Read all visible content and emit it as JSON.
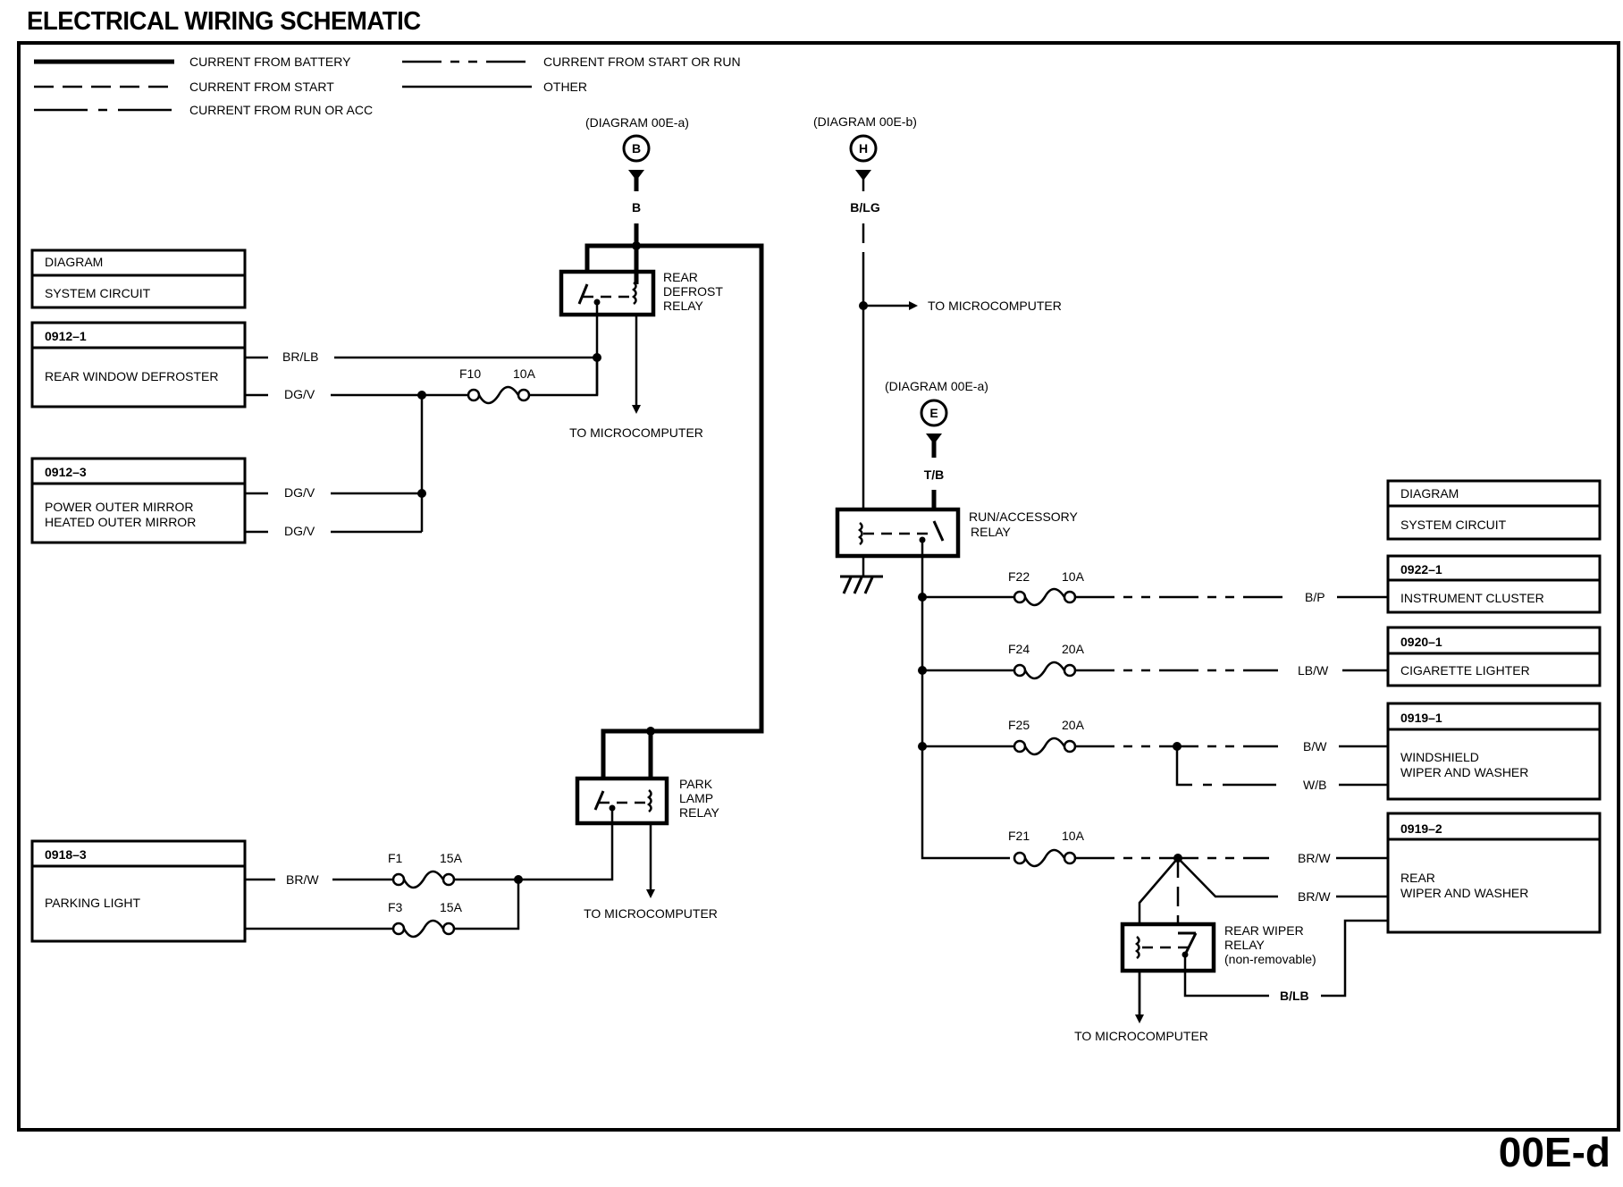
{
  "header": {
    "title": "ELECTRICAL WIRING SCHEMATIC",
    "page_code": "00E-d"
  },
  "legend": {
    "battery": "CURRENT FROM BATTERY",
    "start": "CURRENT FROM START",
    "run_acc": "CURRENT FROM RUN OR ACC",
    "start_run": "CURRENT FROM START OR RUN",
    "other": "OTHER"
  },
  "refs": {
    "b": {
      "diagram": "(DIAGRAM 00E-a)",
      "letter": "B",
      "wire": "B"
    },
    "h": {
      "diagram": "(DIAGRAM 00E-b)",
      "letter": "H",
      "wire": "B/LG"
    },
    "e": {
      "diagram": "(DIAGRAM 00E-a)",
      "letter": "E",
      "wire": "T/B"
    }
  },
  "to_micro": "TO MICROCOMPUTER",
  "relays": {
    "rear_defrost": [
      "REAR",
      "DEFROST",
      "RELAY"
    ],
    "park_lamp": [
      "PARK",
      "LAMP",
      "RELAY"
    ],
    "run_acc": [
      "RUN/ACCESSORY",
      "RELAY"
    ],
    "rear_wiper": [
      "REAR WIPER",
      "RELAY",
      "(non-removable)"
    ]
  },
  "boxes": {
    "diag_left": {
      "code": "DIAGRAM",
      "name": "SYSTEM CIRCUIT"
    },
    "defroster": {
      "code": "0912–1",
      "name": "REAR WINDOW DEFROSTER"
    },
    "mirror": {
      "code": "0912–3",
      "name1": "POWER OUTER MIRROR",
      "name2": "HEATED OUTER MIRROR"
    },
    "parking": {
      "code": "0918–3",
      "name": "PARKING LIGHT"
    },
    "diag_right": {
      "code": "DIAGRAM",
      "name": "SYSTEM CIRCUIT"
    },
    "cluster": {
      "code": "0922–1",
      "name": "INSTRUMENT CLUSTER"
    },
    "lighter": {
      "code": "0920–1",
      "name": "CIGARETTE LIGHTER"
    },
    "windshield": {
      "code": "0919–1",
      "name1": "WINDSHIELD",
      "name2": "WIPER AND WASHER"
    },
    "rearwiper": {
      "code": "0919–2",
      "name1": "REAR",
      "name2": "WIPER AND WASHER"
    }
  },
  "wires": {
    "br_lb": "BR/LB",
    "dg_v": "DG/V",
    "br_w": "BR/W",
    "b_p": "B/P",
    "lb_w": "LB/W",
    "b_w": "B/W",
    "w_b": "W/B",
    "b_lb": "B/LB"
  },
  "fuses": {
    "f10": {
      "id": "F10",
      "rating": "10A"
    },
    "f1": {
      "id": "F1",
      "rating": "15A"
    },
    "f3": {
      "id": "F3",
      "rating": "15A"
    },
    "f22": {
      "id": "F22",
      "rating": "10A"
    },
    "f24": {
      "id": "F24",
      "rating": "20A"
    },
    "f25": {
      "id": "F25",
      "rating": "20A"
    },
    "f21": {
      "id": "F21",
      "rating": "10A"
    }
  }
}
